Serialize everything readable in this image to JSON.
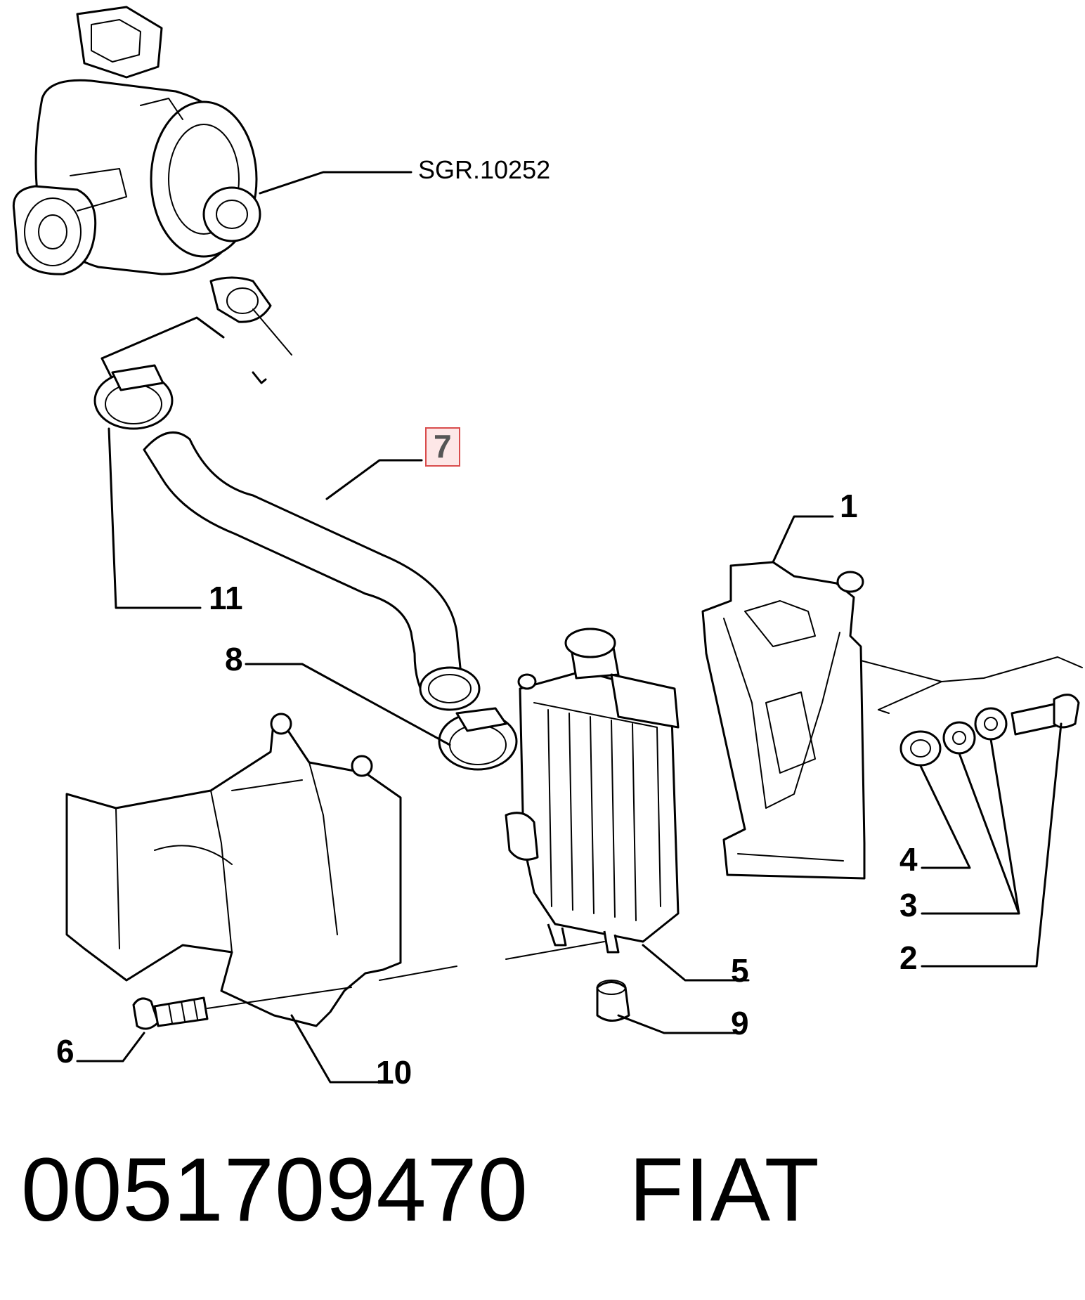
{
  "diagram": {
    "reference_label": "SGR.10252",
    "callouts": [
      {
        "id": "1",
        "text": "1"
      },
      {
        "id": "2",
        "text": "2"
      },
      {
        "id": "3",
        "text": "3"
      },
      {
        "id": "4",
        "text": "4"
      },
      {
        "id": "5",
        "text": "5"
      },
      {
        "id": "6",
        "text": "6"
      },
      {
        "id": "7",
        "text": "7",
        "highlighted": true
      },
      {
        "id": "8",
        "text": "8"
      },
      {
        "id": "9",
        "text": "9"
      },
      {
        "id": "10",
        "text": "10"
      },
      {
        "id": "11",
        "text": "11"
      }
    ],
    "highlight_color": "#d94c4c",
    "highlight_fill": "#fde7e7",
    "highlight_text_color": "#555555"
  },
  "footer": {
    "part_number": "0051709470",
    "brand": "FIAT"
  }
}
